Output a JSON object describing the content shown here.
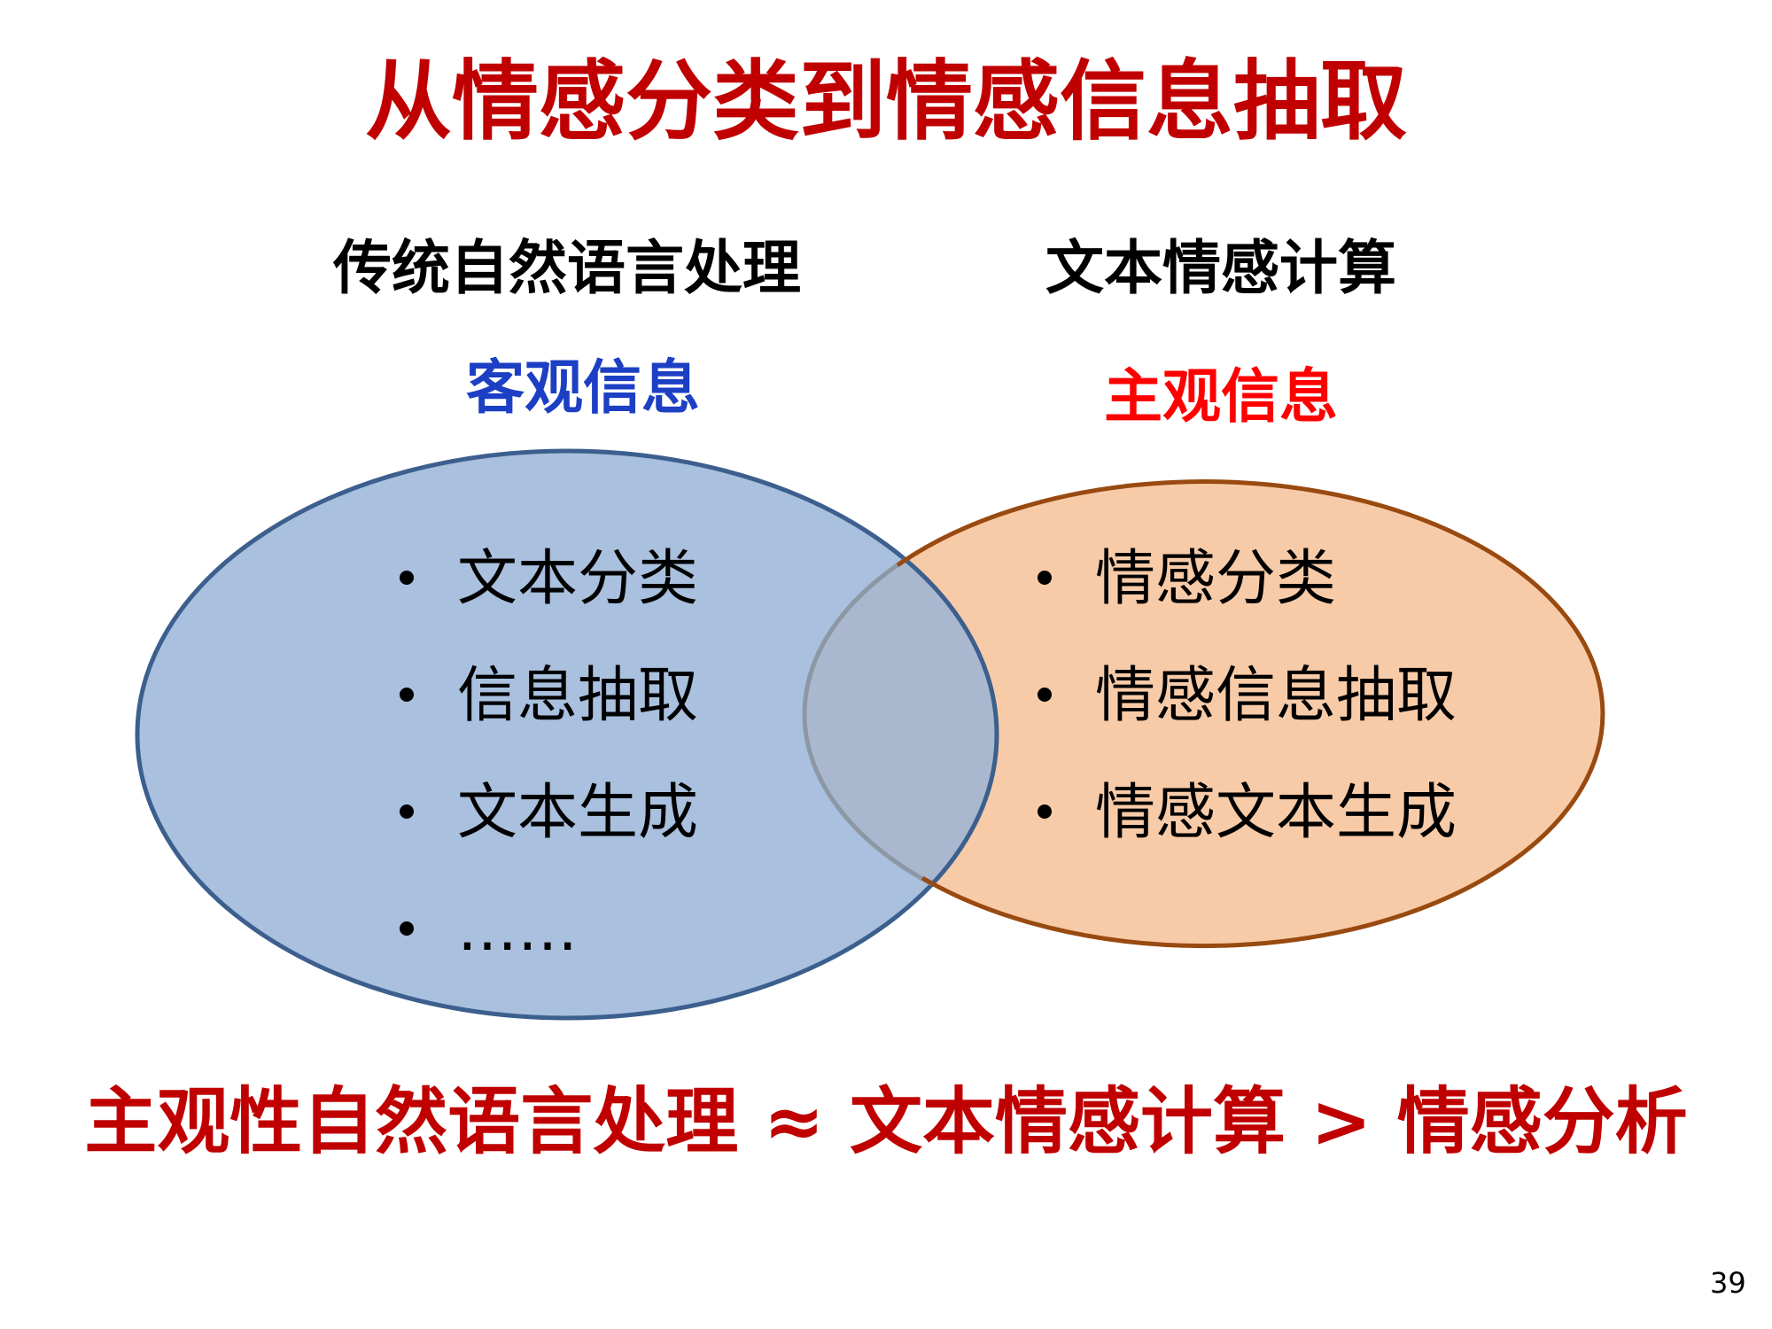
{
  "title": "从情感分类到情感信息抽取",
  "left_set": {
    "heading": "传统自然语言处理",
    "label": "客观信息",
    "items": [
      "文本分类",
      "信息抽取",
      "文本生成",
      "……"
    ],
    "fill_color": "#a9c0de",
    "stroke_color": "#3c5f8e",
    "label_color": "#1c3fc4"
  },
  "right_set": {
    "heading": "文本情感计算",
    "label": "主观信息",
    "items": [
      "情感分类",
      "情感信息抽取",
      "情感文本生成"
    ],
    "fill_color": "#f8cba8",
    "stroke_color": "#994a10",
    "label_color": "#ff0000"
  },
  "overlap_color": "#a9b8cf",
  "bottom_line": "主观性自然语言处理 ≈ 文本情感计算 > 情感分析",
  "page_number": "39",
  "accent_color": "#c00000"
}
